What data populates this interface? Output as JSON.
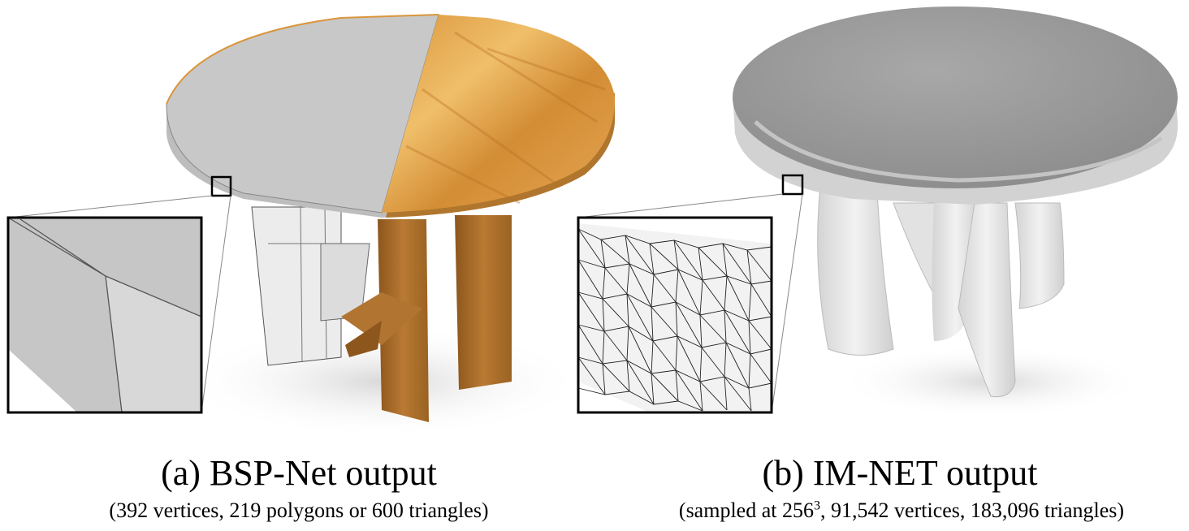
{
  "panels": [
    {
      "label": "(a) BSP-Net output",
      "details": "(392 vertices, 219 polygons or 600 triangles)"
    },
    {
      "label": "(b) IM-NET output",
      "details_prefix": "(sampled at 256",
      "details_sup": "3",
      "details_suffix": ", 91,542 vertices, 183,096 triangles)"
    }
  ],
  "colors": {
    "grey_surface": "#c8c8c8",
    "wood": "#c9882e",
    "wood_dark": "#9a5f1c",
    "imnet_surface": "#9c9c9c"
  }
}
